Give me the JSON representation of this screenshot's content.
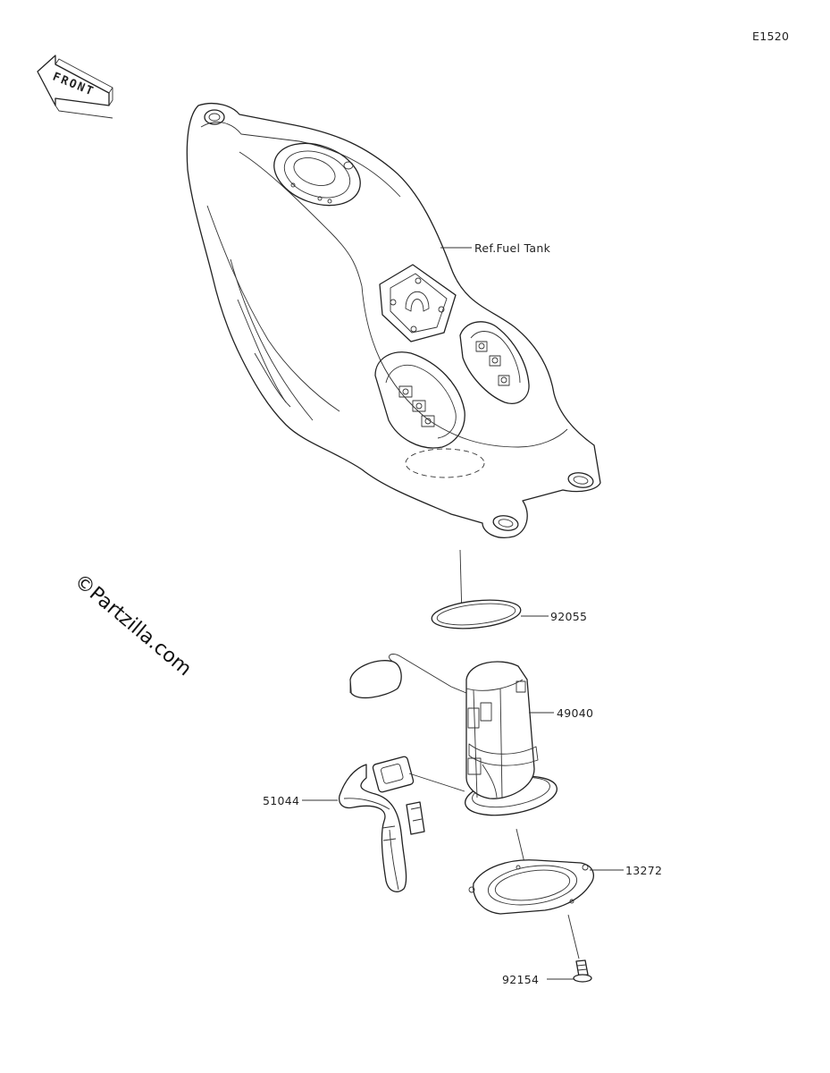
{
  "diagram_code": "E1520",
  "front_label": "FRONT",
  "watermark": "©Partzilla.com",
  "callouts": {
    "fuel_tank": "Ref.Fuel Tank",
    "gasket": "92055",
    "fuel_pump": "49040",
    "hose": "51044",
    "plate": "13272",
    "bolt": "92154"
  }
}
